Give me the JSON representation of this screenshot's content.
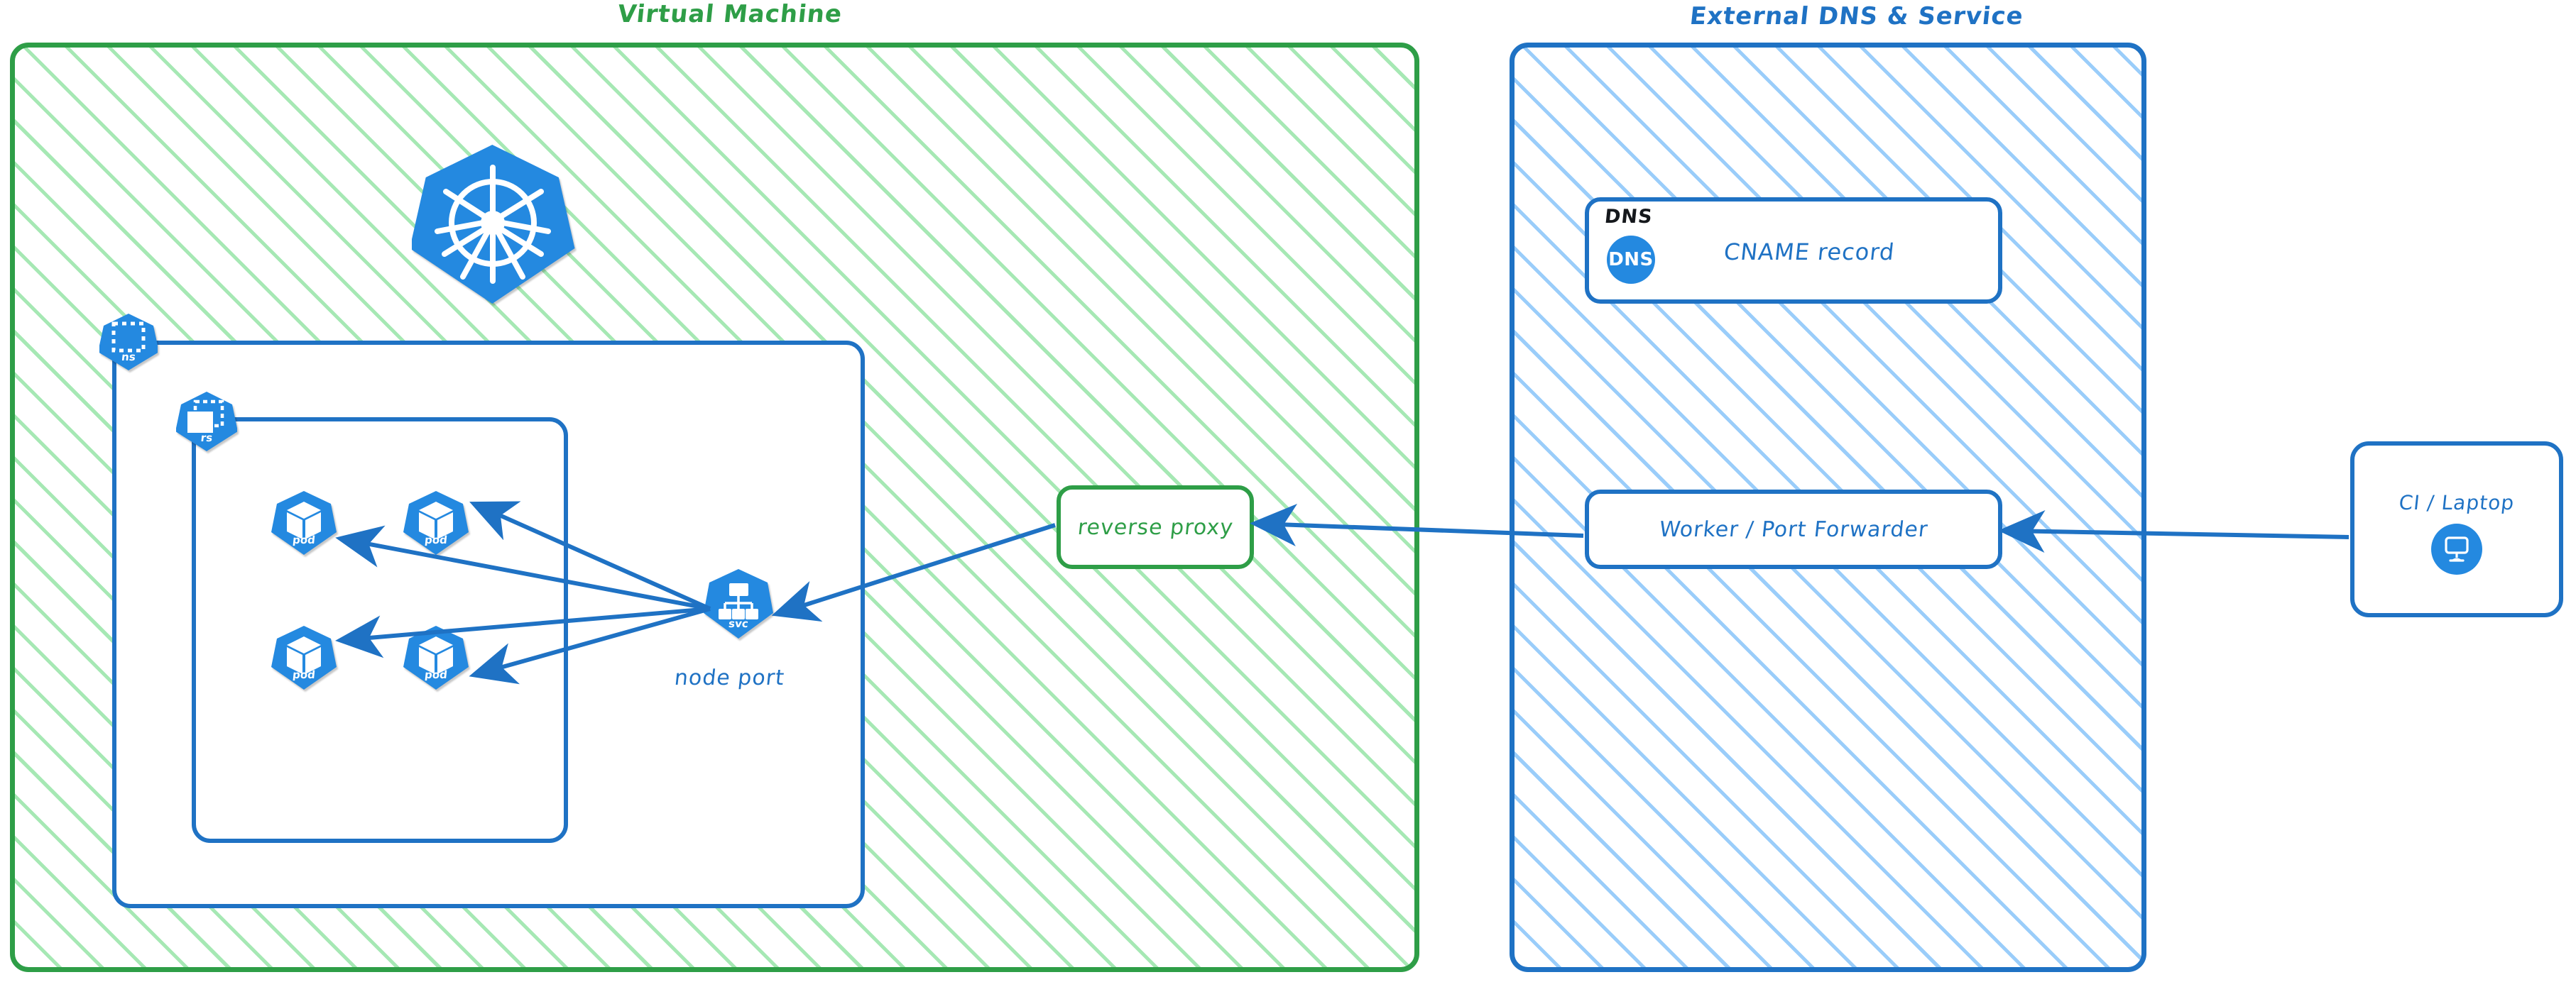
{
  "diagram": {
    "title_vm": "Virtual Machine",
    "title_external": "External DNS & Service"
  },
  "vm_panel": {
    "label": "Virtual Machine",
    "accent_color": "#2e9e47",
    "hatch_color": "#a6e8b4",
    "k8s_logo": {
      "name": "kubernetes-logo"
    },
    "namespace": {
      "badge_label": "ns",
      "replicaset": {
        "badge_label": "rs",
        "pods": [
          {
            "label": "pod"
          },
          {
            "label": "pod"
          },
          {
            "label": "pod"
          },
          {
            "label": "pod"
          }
        ]
      }
    },
    "service": {
      "badge_label": "svc",
      "caption": "node port"
    },
    "reverse_proxy": {
      "label": "reverse proxy"
    }
  },
  "external_panel": {
    "label": "External DNS & Service",
    "accent_color": "#1f72c4",
    "hatch_color": "#9acdfa",
    "dns_card": {
      "kind": "DNS",
      "chip_label": "DNS",
      "label": "CNAME record"
    },
    "worker": {
      "label": "Worker / Port Forwarder"
    }
  },
  "client": {
    "label": "CI / Laptop",
    "icon": "desktop-monitor-icon"
  },
  "edges": [
    {
      "from": "service",
      "to": "pod-1",
      "direction": "to-pod"
    },
    {
      "from": "service",
      "to": "pod-2",
      "direction": "to-pod"
    },
    {
      "from": "service",
      "to": "pod-3",
      "direction": "to-pod"
    },
    {
      "from": "service",
      "to": "pod-4",
      "direction": "to-pod"
    },
    {
      "from": "reverse-proxy",
      "to": "service",
      "direction": "left"
    },
    {
      "from": "worker",
      "to": "reverse-proxy",
      "direction": "left"
    },
    {
      "from": "ci-laptop",
      "to": "worker",
      "direction": "left"
    }
  ],
  "colors": {
    "k8s_blue": "#2489e0",
    "edge_blue": "#1f72c4",
    "green": "#2e9e47",
    "white": "#ffffff"
  }
}
